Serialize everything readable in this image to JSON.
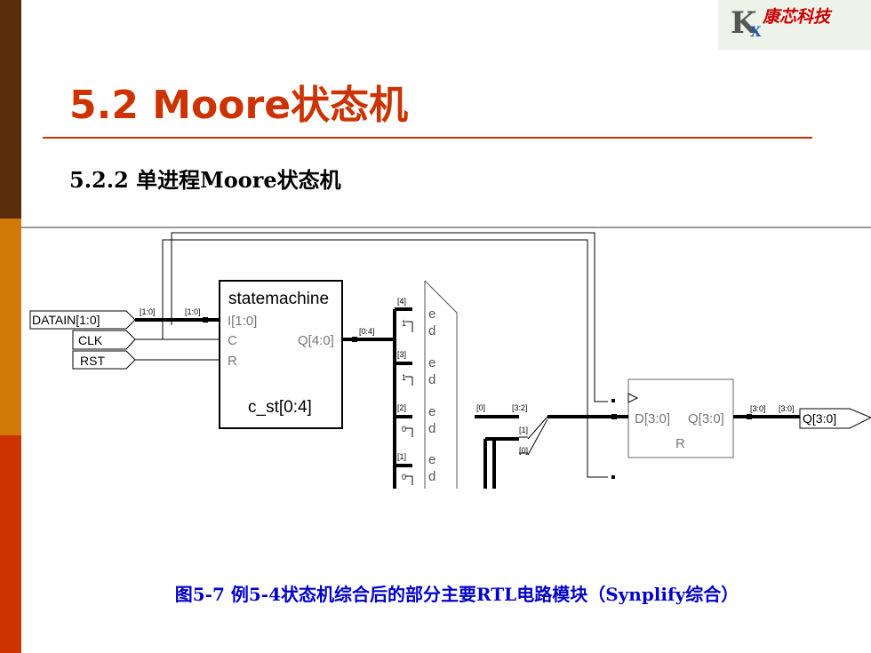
{
  "logo": {
    "mark": "K",
    "mark_small": "X",
    "name": "康芯科技"
  },
  "title": "5.2  Moore状态机",
  "subtitle": "5.2.2  单进程Moore状态机",
  "caption": "图5-7  例5-4状态机综合后的部分主要RTL电路模块（Synplify综合）",
  "diagram": {
    "ports": {
      "datain": "DATAIN[1:0]",
      "clk": "CLK",
      "rst": "RST",
      "q_out": "Q[3:0]"
    },
    "sm": {
      "name": "statemachine",
      "pin_i": "I[1:0]",
      "pin_c": "C",
      "pin_r": "R",
      "pin_q": "Q[4:0]",
      "inst": "c_st[0:4]"
    },
    "reg": {
      "pin_d": "D[3:0]",
      "pin_q": "Q[3:0]",
      "pin_r": "R"
    },
    "bus": {
      "b10a": "[1:0]",
      "b10b": "[1:0]",
      "b04": "[0:4]",
      "b4": "[4]",
      "b3": "[3]",
      "b2": "[2]",
      "b1": "[1]",
      "b0": "[0]",
      "b32": "[3:2]",
      "s1": "[1]",
      "s0": "[0]",
      "b30a": "[3:0]",
      "b30b": "[3:0]"
    },
    "mux": {
      "e1": "e",
      "d1": "d",
      "e2": "e",
      "d2": "d",
      "e3": "e",
      "d3": "d",
      "e4": "e",
      "d4": "d",
      "c1": "1",
      "c2": "1",
      "c3": "0",
      "c4": "0"
    }
  }
}
